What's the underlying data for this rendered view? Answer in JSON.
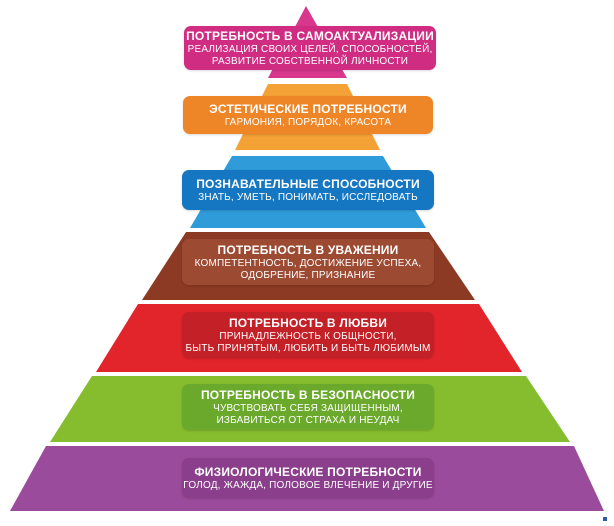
{
  "colors": {
    "magenta": "#d9378e",
    "magenta_box": "#cf2c82",
    "orange": "#f4a135",
    "orange_box": "#ee8628",
    "blue": "#2f9bd8",
    "blue_box": "#1577c1",
    "brown": "#8c3a23",
    "brown_box": "#9d4a33",
    "red": "#e1252b",
    "red_box": "#c42027",
    "green": "#86bd2f",
    "green_box": "#6aa92b",
    "purple": "#9b4b9b",
    "purple_box": "#8a3e8b"
  },
  "levels": [
    {
      "title": "ПОТРЕБНОСТЬ В САМОАКТУАЛИЗАЦИИ",
      "lines": [
        "РЕАЛИЗАЦИЯ СВОИХ ЦЕЛЕЙ, СПОСОБНОСТЕЙ,",
        "РАЗВИТИЕ СОБСТВЕННОЙ ЛИЧНОСТИ"
      ]
    },
    {
      "title": "ЭСТЕТИЧЕСКИЕ ПОТРЕБНОСТИ",
      "lines": [
        "ГАРМОНИЯ, ПОРЯДОК, КРАСОТА"
      ]
    },
    {
      "title": "ПОЗНАВАТЕЛЬНЫЕ СПОСОБНОСТИ",
      "lines": [
        "ЗНАТЬ, УМЕТЬ, ПОНИМАТЬ, ИССЛЕДОВАТЬ"
      ]
    },
    {
      "title": "ПОТРЕБНОСТЬ В УВАЖЕНИИ",
      "lines": [
        "КОМПЕТЕНТНОСТЬ, ДОСТИЖЕНИЕ УСПЕХА,",
        "ОДОБРЕНИЕ, ПРИЗНАНИЕ"
      ]
    },
    {
      "title": "ПОТРЕБНОСТЬ В ЛЮБВИ",
      "lines": [
        "ПРИНАДЛЕЖНОСТЬ К ОБЩНОСТИ,",
        "БЫТЬ ПРИНЯТЫМ, ЛЮБИТЬ И БЫТЬ ЛЮБИМЫМ"
      ]
    },
    {
      "title": "ПОТРЕБНОСТЬ В БЕЗОПАСНОСТИ",
      "lines": [
        "ЧУВСТВОВАТЬ СЕБЯ ЗАЩИЩЕННЫМ,",
        "ИЗБАВИТЬСЯ ОТ СТРАХА И НЕУДАЧ"
      ]
    },
    {
      "title": "ФИЗИОЛОГИЧЕСКИЕ ПОТРЕБНОСТИ",
      "lines": [
        "ГОЛОД, ЖАЖДА, ПОЛОВОЕ ВЛЕЧЕНИЕ И ДРУГИЕ"
      ]
    }
  ]
}
